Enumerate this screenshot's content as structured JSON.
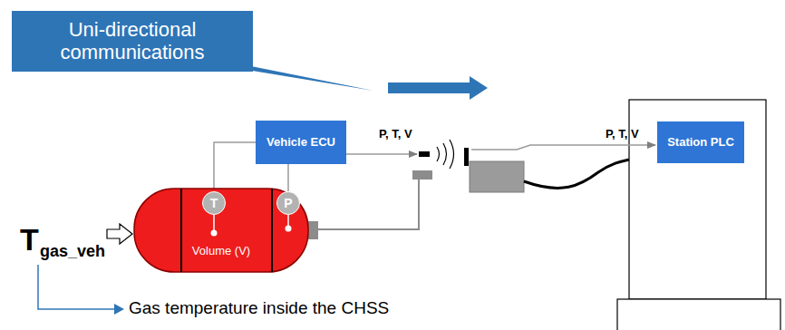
{
  "diagram": {
    "nodes": [
      {
        "text": [
          "Uni-directional communications"
        ]
      },
      {
        "text": [
          "Vehicle ECU"
        ]
      },
      {
        "text": [
          "Volume (V)"
        ]
      },
      {
        "text": [
          "T"
        ],
        "in": 2
      },
      {
        "text": [
          "P"
        ],
        "in": 2
      },
      {
        "text": [
          "Station PLC"
        ]
      }
    ],
    "edges": [
      {
        "from": 3,
        "to": 1,
        "arrow": "none"
      },
      {
        "from": 4,
        "to": 1,
        "arrow": "none"
      }
    ],
    "labels": [
      "P, T, V",
      "P, T, V",
      "T",
      "gas_veh",
      "Gas temperature inside the CHSS"
    ]
  }
}
